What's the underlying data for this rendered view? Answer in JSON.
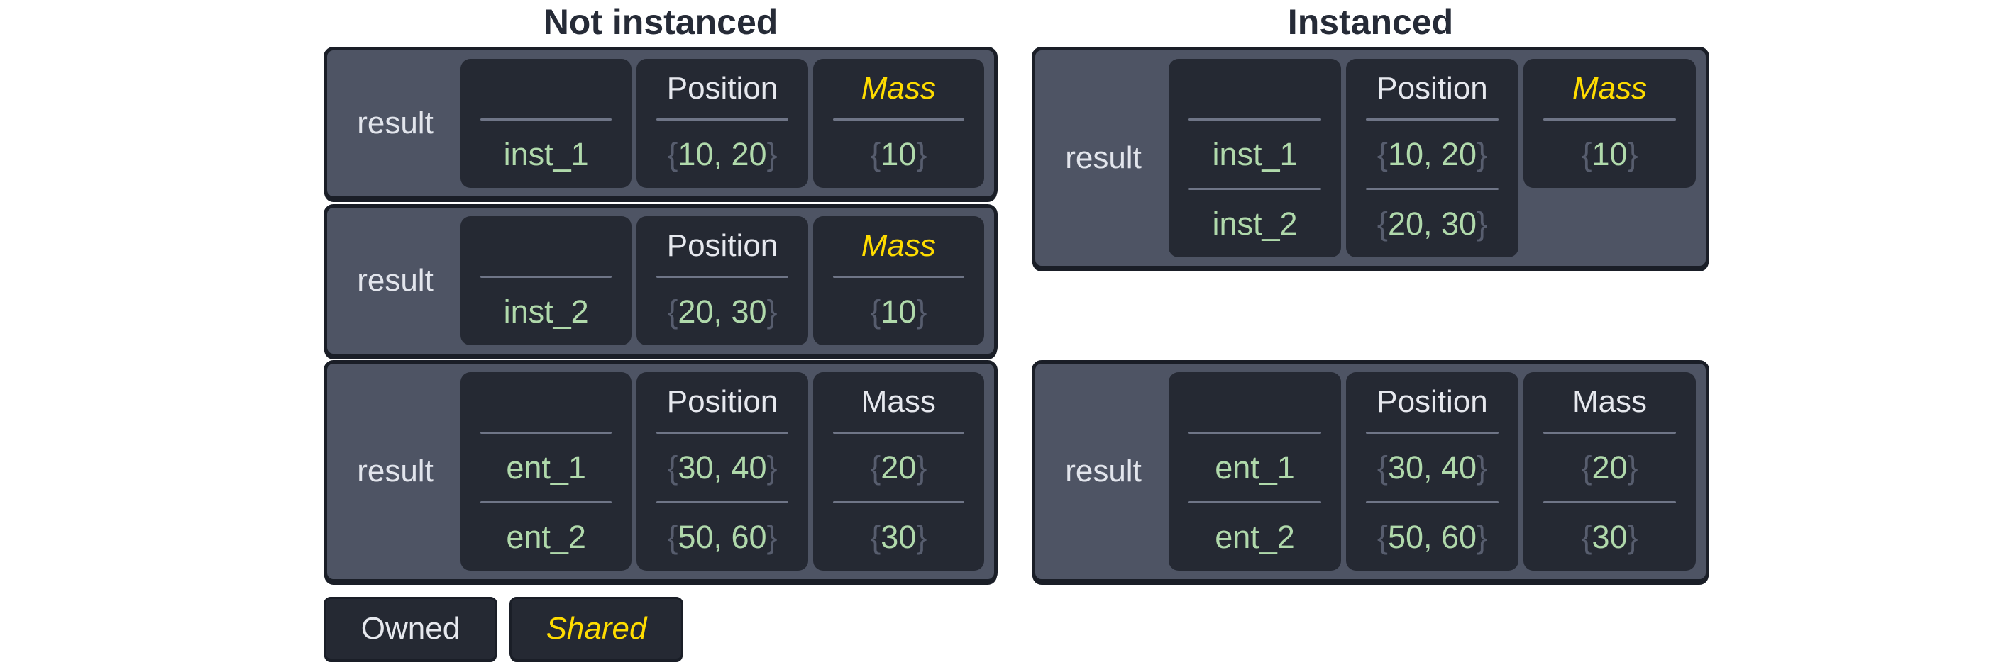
{
  "symbols": {
    "open": "{",
    "close": "}"
  },
  "colors": {
    "panel_slate": "#4e5464",
    "cell_dark": "#252933",
    "border_dark": "#1a1e27",
    "owned_text": "#e6e8ee",
    "shared_text": "#ffdc00",
    "value_green": "#b0d9ab",
    "brace_gray": "#575d6e",
    "divider_gray": "#6f7587",
    "title_text": "#262b37"
  },
  "sections": [
    {
      "title": "Not instanced",
      "tables": [
        {
          "label": "result",
          "rows": [
            "inst_1"
          ],
          "components": [
            {
              "name": "Position",
              "kind": "owned",
              "values": [
                "10, 20"
              ]
            },
            {
              "name": "Mass",
              "kind": "shared",
              "values": [
                "10"
              ]
            }
          ]
        },
        {
          "label": "result",
          "rows": [
            "inst_2"
          ],
          "components": [
            {
              "name": "Position",
              "kind": "owned",
              "values": [
                "20, 30"
              ]
            },
            {
              "name": "Mass",
              "kind": "shared",
              "values": [
                "10"
              ]
            }
          ]
        },
        {
          "label": "result",
          "rows": [
            "ent_1",
            "ent_2"
          ],
          "components": [
            {
              "name": "Position",
              "kind": "owned",
              "values": [
                "30, 40",
                "50, 60"
              ]
            },
            {
              "name": "Mass",
              "kind": "owned",
              "values": [
                "20",
                "30"
              ]
            }
          ]
        }
      ]
    },
    {
      "title": "Instanced",
      "tables": [
        {
          "label": "result",
          "rows": [
            "inst_1",
            "inst_2"
          ],
          "components": [
            {
              "name": "Position",
              "kind": "owned",
              "values": [
                "10, 20",
                "20, 30"
              ]
            },
            {
              "name": "Mass",
              "kind": "shared",
              "short": true,
              "values": [
                "10"
              ]
            }
          ]
        },
        {
          "label": "result",
          "rows": [
            "ent_1",
            "ent_2"
          ],
          "components": [
            {
              "name": "Position",
              "kind": "owned",
              "values": [
                "30, 40",
                "50, 60"
              ]
            },
            {
              "name": "Mass",
              "kind": "owned",
              "values": [
                "20",
                "30"
              ]
            }
          ]
        }
      ]
    }
  ],
  "legend": [
    {
      "label": "Owned",
      "kind": "owned"
    },
    {
      "label": "Shared",
      "kind": "shared"
    }
  ]
}
